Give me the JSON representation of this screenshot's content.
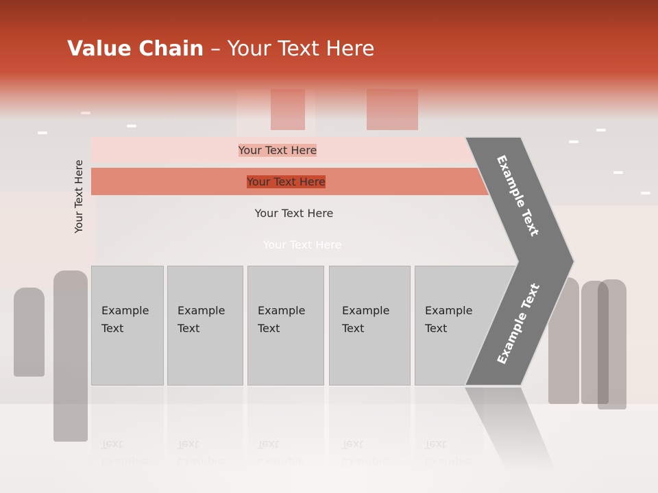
{
  "title": {
    "bold": "Value Chain",
    "rest": " – Your Text Here"
  },
  "side_label": "Your Text Here",
  "bars": [
    {
      "label": "Your Text Here",
      "color": "#f6d9d4"
    },
    {
      "label": "Your Text Here",
      "color": "#ecb3a6"
    },
    {
      "label": "Your Text Here",
      "color": "#e08a77"
    },
    {
      "label": "Your Text Here",
      "color": "#c84a2f"
    }
  ],
  "cards": [
    {
      "line1": "Example",
      "line2": "Text"
    },
    {
      "line1": "Example",
      "line2": "Text"
    },
    {
      "line1": "Example",
      "line2": "Text"
    },
    {
      "line1": "Example",
      "line2": "Text"
    },
    {
      "line1": "Example",
      "line2": "Text"
    }
  ],
  "chevron": {
    "upper_text": "Example Text",
    "lower_text": "Example Text",
    "color": "#7a7a7a"
  }
}
